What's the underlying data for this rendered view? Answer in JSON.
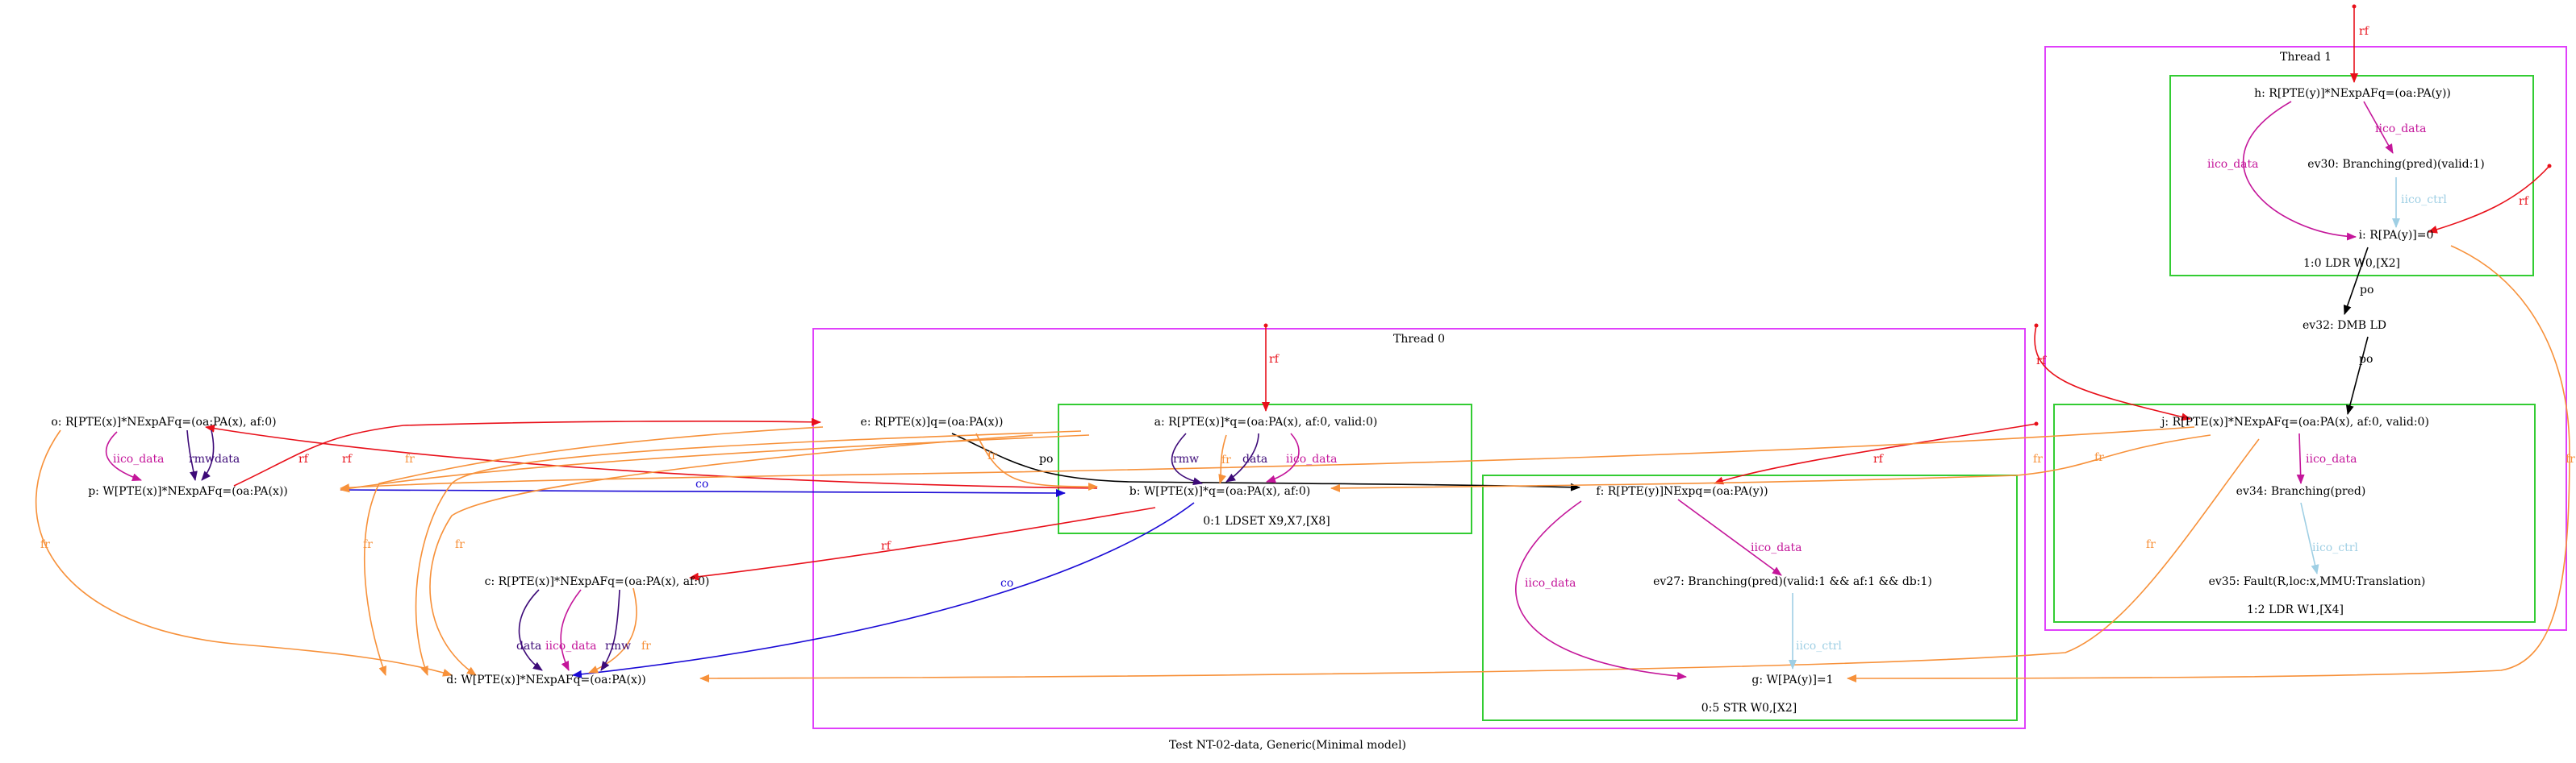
{
  "caption": "Test NT-02-data, Generic(Minimal model)",
  "colors": {
    "thread_box": "#e040fb",
    "instr_box": "#33cc33",
    "rf": "#e8101a",
    "fr": "#f7913a",
    "po": "#000000",
    "co": "#1a0ad6",
    "iico_data": "#c4169a",
    "iico_ctrl": "#9fcfe4",
    "rmw": "#3d0a78",
    "data": "#3d0a78"
  },
  "clusters": {
    "thread0": "Thread 0",
    "thread1": "Thread 1",
    "instr_t0_0": "0:1 LDSET X9,X7,[X8]",
    "instr_t0_1": "0:5 STR W0,[X2]",
    "instr_t1_0": "1:0 LDR W0,[X2]",
    "instr_t1_1": "1:2 LDR W1,[X4]"
  },
  "nodes": {
    "o": "o: R[PTE(x)]*NExpAFq=(oa:PA(x), af:0)",
    "p": "p: W[PTE(x)]*NExpAFq=(oa:PA(x))",
    "c": "c: R[PTE(x)]*NExpAFq=(oa:PA(x), af:0)",
    "d": "d: W[PTE(x)]*NExpAFq=(oa:PA(x))",
    "e": "e: R[PTE(x)]q=(oa:PA(x))",
    "a": "a: R[PTE(x)]*q=(oa:PA(x), af:0, valid:0)",
    "b": "b: W[PTE(x)]*q=(oa:PA(x), af:0)",
    "f": "f: R[PTE(y)]NExpq=(oa:PA(y))",
    "ev27": "ev27: Branching(pred)(valid:1 && af:1 && db:1)",
    "g": "g: W[PA(y)]=1",
    "h": "h: R[PTE(y)]*NExpAFq=(oa:PA(y))",
    "ev30": "ev30: Branching(pred)(valid:1)",
    "i": "i: R[PA(y)]=0",
    "ev32": "ev32: DMB LD",
    "j": "j: R[PTE(x)]*NExpAFq=(oa:PA(x), af:0, valid:0)",
    "ev34": "ev34: Branching(pred)",
    "ev35": "ev35: Fault(R,loc:x,MMU:Translation)"
  },
  "edge_labels": {
    "rf": "rf",
    "fr": "fr",
    "po": "po",
    "co": "co",
    "iico_data": "iico_data",
    "iico_ctrl": "iico_ctrl",
    "rmw": "rmw",
    "data": "data"
  }
}
